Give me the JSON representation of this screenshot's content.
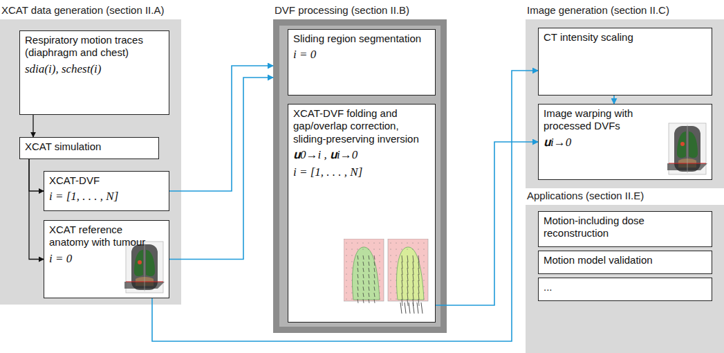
{
  "diagram": {
    "nodes": [
      {
        "text": [
          "XCAT data generation (section II.A)"
        ]
      },
      {
        "text": [
          "Respiratory motion traces (diaphragm and chest)",
          "sdia(i), schest(i)"
        ],
        "in": 0
      },
      {
        "text": [
          "XCAT simulation"
        ],
        "in": 0
      },
      {
        "text": [
          "XCAT-DVF",
          "i = [1, . . . , N]"
        ],
        "in": 0
      },
      {
        "text": [
          "XCAT reference anatomy with tumour",
          "i = 0"
        ],
        "in": 0
      },
      {
        "text": [
          "DVF processing (section II.B)"
        ]
      },
      {
        "text": [
          "Sliding region segmentation",
          "i = 0"
        ],
        "in": 5
      },
      {
        "text": [
          "XCAT-DVF folding and gap/overlap correction, sliding-preserving inversion",
          "𝐮0→i , 𝐮i→0",
          "i = [1, . . . , N]"
        ],
        "in": 5
      },
      {
        "text": [
          "Image generation (section II.C)"
        ]
      },
      {
        "text": [
          "CT intensity scaling"
        ],
        "in": 8
      },
      {
        "text": [
          "Image warping with processed DVFs",
          "𝐮i→0"
        ],
        "in": 8
      },
      {
        "text": [
          "Applications (section II.E)"
        ]
      },
      {
        "text": [
          "Motion-including dose reconstruction"
        ],
        "in": 11
      },
      {
        "text": [
          "Motion model validation"
        ],
        "in": 11
      },
      {
        "text": [
          "..."
        ],
        "in": 11
      }
    ],
    "edges": [
      {
        "from": 1,
        "to": 2,
        "arrow": "to"
      },
      {
        "from": 2,
        "to": 3,
        "arrow": "to"
      },
      {
        "from": 2,
        "to": 4,
        "arrow": "to"
      },
      {
        "from": 3,
        "to": 5,
        "arrow": "to"
      },
      {
        "from": 4,
        "to": 5,
        "arrow": "to"
      },
      {
        "from": 4,
        "to": 9,
        "arrow": "to"
      },
      {
        "from": 7,
        "to": 10,
        "arrow": "to"
      },
      {
        "from": 9,
        "to": 10,
        "arrow": "to"
      }
    ]
  }
}
